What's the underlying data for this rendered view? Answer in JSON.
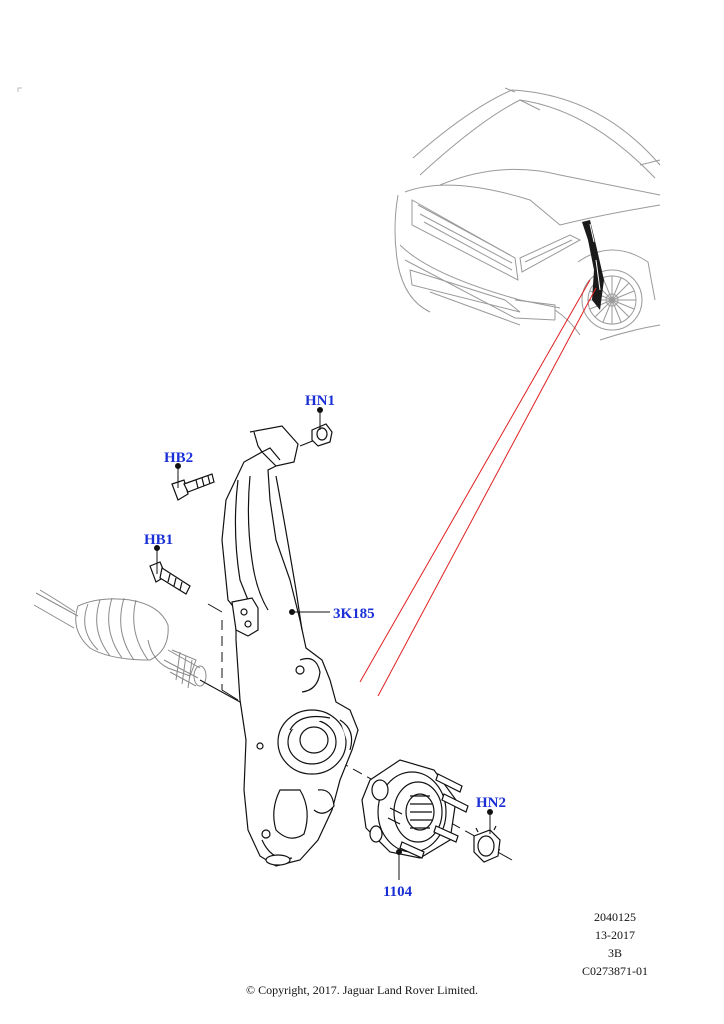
{
  "callouts": {
    "hn1": "HN1",
    "hb2": "HB2",
    "hb1": "HB1",
    "knuckle": "3K185",
    "hub": "1104",
    "hn2": "HN2"
  },
  "illustration_info": {
    "code": "2040125",
    "date": "13-2017",
    "sheet": "3B",
    "reference": "C0273871-01"
  },
  "copyright": "© Copyright, 2017. Jaguar Land Rover Limited.",
  "colors": {
    "callout_text": "#1a2fd6",
    "leader_red": "#e02020",
    "line_art": "#111111",
    "vehicle_outline": "#9a9a9a"
  }
}
